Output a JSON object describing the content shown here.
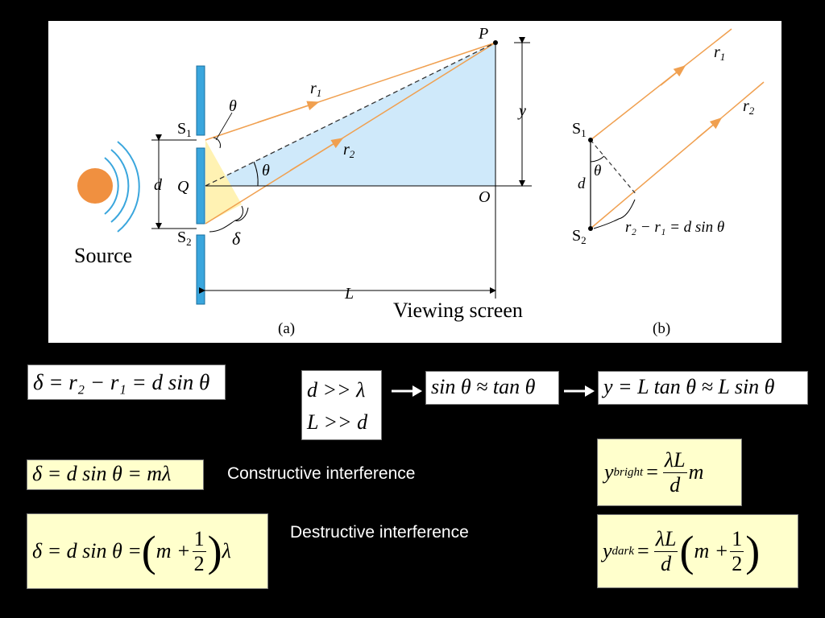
{
  "figure": {
    "panel_a": {
      "source_label": "Source",
      "slit_top": "S",
      "slit_top_sub": "1",
      "slit_bottom": "S",
      "slit_bottom_sub": "2",
      "midpoint": "Q",
      "separation": "d",
      "angle_top": "θ",
      "angle_mid": "θ",
      "ray1": "r",
      "ray1_sub": "1",
      "ray2": "r",
      "ray2_sub": "2",
      "path_difference": "δ",
      "point": "P",
      "origin": "O",
      "height": "y",
      "distance": "L",
      "screen_label": "Viewing screen",
      "caption": "(a)"
    },
    "panel_b": {
      "slit_top": "S",
      "slit_top_sub": "1",
      "slit_bottom": "S",
      "slit_bottom_sub": "2",
      "separation": "d",
      "angle": "θ",
      "ray1": "r",
      "ray1_sub": "1",
      "ray2": "r",
      "ray2_sub": "2",
      "relation": "r₂ − r₁ = d sin θ",
      "caption": "(b)"
    }
  },
  "equations": {
    "path_difference": "δ = r₂ − r₁ = d sin θ",
    "assumption_1": "d >> λ",
    "assumption_2": "L >> d",
    "small_angle": "sin θ ≈ tan θ",
    "position": "y = L tan θ ≈ L sin θ",
    "constructive": "δ = d sin θ = mλ",
    "destructive_lhs": "δ = d sin θ =",
    "half_num": "1",
    "half_den": "2",
    "m": "m +",
    "lambda": "λ",
    "bright_y": "y",
    "bright_sub": "bright",
    "bright_num": "λL",
    "bright_den": "d",
    "bright_m": "m",
    "dark_y": "y",
    "dark_sub": "dark",
    "dark_num": "λL",
    "dark_den": "d",
    "dark_m": "m +",
    "dark_half_num": "1",
    "dark_half_den": "2"
  },
  "captions": {
    "constructive": "Constructive interference",
    "destructive": "Destructive interference"
  },
  "colors": {
    "ray": "#f0a050",
    "slit": "#3aa6dd",
    "triangle": "#cfe9fa",
    "small_triangle": "#fff2b3",
    "source": "#f09040",
    "yellow_box": "#ffffcc"
  }
}
